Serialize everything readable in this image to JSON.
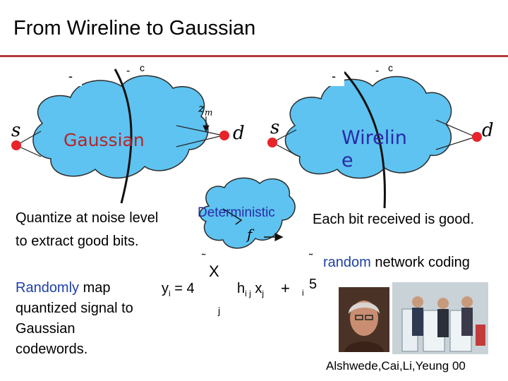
{
  "slide": {
    "title": "From Wireline to Gaussian"
  },
  "left_diagram": {
    "source_label": "s",
    "dest_label": "d",
    "cloud_label": "Gaussian",
    "noise_label": "z",
    "noise_subscript": "m",
    "cut_minus": "-",
    "cut_c": "c"
  },
  "right_diagram": {
    "source_label": "s",
    "dest_label": "d",
    "cloud_label_line1": "Wirelin",
    "cloud_label_line2": "e",
    "cut_minus": "-",
    "cut_c": "c"
  },
  "center_cloud": {
    "label": "Deterministic",
    "function_label": "f"
  },
  "text": {
    "quantize_line1": "Quantize at noise level",
    "quantize_line2": "to extract good bits.",
    "bit_received": "Each bit received is good.",
    "random_word": "random",
    "network_coding": " network coding",
    "randomly_word": "Randomly",
    "map_line1_rest": " map",
    "map_line2": "quantized signal to",
    "map_line3": "Gaussian",
    "map_line4": "codewords."
  },
  "formula": {
    "y": "y",
    "y_sub": "i",
    "equals": " = ",
    "sigma_top": "X",
    "h": "h",
    "h_sub": "i j",
    "x": "x",
    "x_sub": "j",
    "plus": "+",
    "z_sub": "i",
    "sum_index": "j",
    "four_a": "4",
    "five": "5"
  },
  "photos": {
    "caption": "Alshwede,Cai,Li,Yeung 00",
    "icons": [
      "portrait-photo",
      "award-photo"
    ]
  },
  "colors": {
    "cloud": "#5ec3f0",
    "cloud_outline": "#2c2c2c",
    "node": "#e8232a",
    "title_rule": "#b23a3a",
    "red_x": "#d4202a",
    "blue_text": "#1e3fa8"
  }
}
